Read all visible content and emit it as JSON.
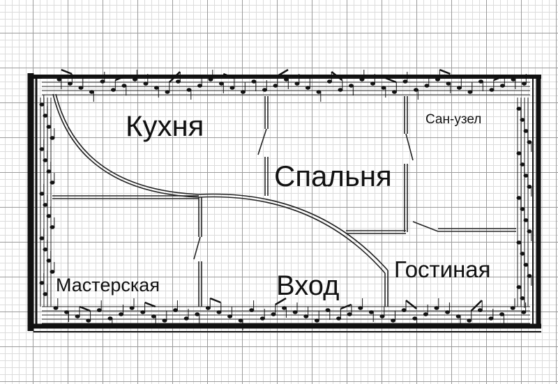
{
  "rooms": {
    "kitchen": "Кухня",
    "bedroom": "Спальня",
    "bathroom": "Сан-узел",
    "studio": "Мастерская",
    "entrance": "Вход",
    "living_room": "Гостиная"
  },
  "colors": {
    "background": "#ffffff",
    "grid_minor": "#dcdcdc",
    "grid_major": "#9a9a9a",
    "ink": "#111111"
  }
}
